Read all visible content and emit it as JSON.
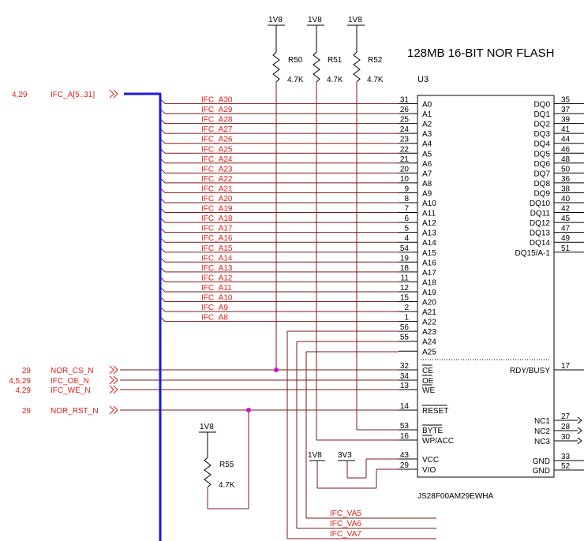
{
  "title": "128MB 16-BIT NOR FLASH",
  "chip": {
    "ref": "U3",
    "part": "JS28F00AM29EWHA",
    "left_pins": [
      {
        "num": "31",
        "name": "A0"
      },
      {
        "num": "26",
        "name": "A1"
      },
      {
        "num": "25",
        "name": "A2"
      },
      {
        "num": "24",
        "name": "A3"
      },
      {
        "num": "23",
        "name": "A4"
      },
      {
        "num": "22",
        "name": "A5"
      },
      {
        "num": "21",
        "name": "A6"
      },
      {
        "num": "20",
        "name": "A7"
      },
      {
        "num": "10",
        "name": "A8"
      },
      {
        "num": "9",
        "name": "A9"
      },
      {
        "num": "8",
        "name": "A10"
      },
      {
        "num": "7",
        "name": "A11"
      },
      {
        "num": "6",
        "name": "A12"
      },
      {
        "num": "5",
        "name": "A13"
      },
      {
        "num": "4",
        "name": "A14"
      },
      {
        "num": "54",
        "name": "A15"
      },
      {
        "num": "19",
        "name": "A16"
      },
      {
        "num": "18",
        "name": "A17"
      },
      {
        "num": "11",
        "name": "A18"
      },
      {
        "num": "12",
        "name": "A19"
      },
      {
        "num": "15",
        "name": "A20"
      },
      {
        "num": "2",
        "name": "A21"
      },
      {
        "num": "1",
        "name": "A22"
      },
      {
        "num": "56",
        "name": "A23"
      },
      {
        "num": "55",
        "name": "A24"
      },
      {
        "num": "",
        "name": "A25"
      }
    ],
    "control_pins": [
      {
        "num": "32",
        "name": "CE",
        "bar": true
      },
      {
        "num": "34",
        "name": "OE",
        "bar": true
      },
      {
        "num": "13",
        "name": "WE",
        "bar": true
      },
      {
        "num": "14",
        "name": "RESET",
        "bar": true
      },
      {
        "num": "53",
        "name": "BYTE",
        "bar": true
      },
      {
        "num": "16",
        "name": "WP/ACC",
        "bar": true
      },
      {
        "num": "43",
        "name": "VCC",
        "bar": false
      },
      {
        "num": "29",
        "name": "VIO",
        "bar": false
      }
    ],
    "right_pins": [
      {
        "num": "35",
        "name": "DQ0"
      },
      {
        "num": "37",
        "name": "DQ1"
      },
      {
        "num": "39",
        "name": "DQ2"
      },
      {
        "num": "41",
        "name": "DQ3"
      },
      {
        "num": "44",
        "name": "DQ4"
      },
      {
        "num": "46",
        "name": "DQ5"
      },
      {
        "num": "48",
        "name": "DQ6"
      },
      {
        "num": "50",
        "name": "DQ7"
      },
      {
        "num": "36",
        "name": "DQ8"
      },
      {
        "num": "38",
        "name": "DQ9"
      },
      {
        "num": "40",
        "name": "DQ10"
      },
      {
        "num": "42",
        "name": "DQ11"
      },
      {
        "num": "45",
        "name": "DQ12"
      },
      {
        "num": "47",
        "name": "DQ13"
      },
      {
        "num": "49",
        "name": "DQ14"
      },
      {
        "num": "51",
        "name": "DQ15/A-1"
      }
    ],
    "ry_pin": {
      "num": "17",
      "name": "RDY/BUSY"
    },
    "nc_pins": [
      {
        "num": "27",
        "name": "NC1"
      },
      {
        "num": "28",
        "name": "NC2"
      },
      {
        "num": "30",
        "name": "NC3"
      }
    ],
    "gnd_pins": [
      {
        "num": "33",
        "name": "GND"
      },
      {
        "num": "52",
        "name": "GND"
      }
    ]
  },
  "bus": {
    "label": "IFC_A[5..31]",
    "ref": "4,29"
  },
  "bus_nets": [
    "IFC_A30",
    "IFC_A29",
    "IFC_A28",
    "IFC_A27",
    "IFC_A26",
    "IFC_A25",
    "IFC_A24",
    "IFC_A23",
    "IFC_A22",
    "IFC_A21",
    "IFC_A20",
    "IFC_A19",
    "IFC_A18",
    "IFC_A17",
    "IFC_A16",
    "IFC_A15",
    "IFC_A14",
    "IFC_A13",
    "IFC_A12",
    "IFC_A11",
    "IFC_A10",
    "IFC_A9",
    "IFC_A8"
  ],
  "ports": [
    {
      "ref": "29",
      "label": "NOR_CS_N"
    },
    {
      "ref": "4,5,29",
      "label": "IFC_OE_N"
    },
    {
      "ref": "4,29",
      "label": "IFC_WE_N"
    },
    {
      "ref": "29",
      "label": "NOR_RST_N"
    }
  ],
  "resistors": [
    {
      "ref": "R50",
      "value": "4.7K",
      "rail": "1V8"
    },
    {
      "ref": "R51",
      "value": "4.7K",
      "rail": "1V8"
    },
    {
      "ref": "R52",
      "value": "4.7K",
      "rail": "1V8"
    },
    {
      "ref": "R55",
      "value": "4.7K",
      "rail": "1V8"
    }
  ],
  "power_labels": {
    "vcc": "1V8",
    "vio": "3V3"
  },
  "va_nets": [
    "IFC_VA5",
    "IFC_VA6",
    "IFC_VA7"
  ],
  "colors": {
    "net": "#e0201a",
    "wire": "#7a1b1b",
    "bus": "#1a1ae6",
    "ink": "#000000"
  }
}
